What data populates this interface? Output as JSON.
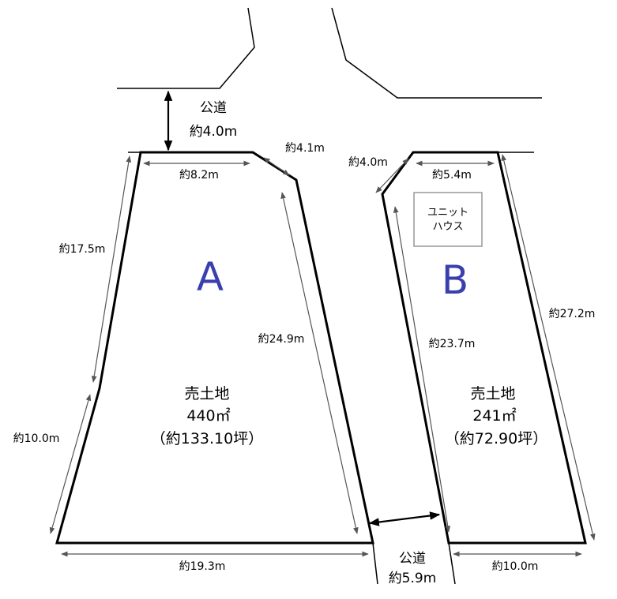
{
  "plots": {
    "a": {
      "letter": "A",
      "title": "売土地",
      "area": "440㎡",
      "tsubo": "（約133.10坪）",
      "dim_top": "約8.2m",
      "dim_corner": "約4.1m",
      "dim_left_upper": "約17.5m",
      "dim_left_lower": "約10.0m",
      "dim_right": "約24.9m",
      "dim_bottom": "約19.3m"
    },
    "b": {
      "letter": "B",
      "title": "売土地",
      "area": "241㎡",
      "tsubo": "（約72.90坪）",
      "dim_top": "約5.4m",
      "dim_corner": "約4.0m",
      "dim_left": "約23.7m",
      "dim_right": "約27.2m",
      "dim_bottom": "約10.0m",
      "structure_line1": "ユニット",
      "structure_line2": "ハウス"
    }
  },
  "roads": {
    "north": {
      "label": "公道",
      "width": "約4.0m"
    },
    "south": {
      "label": "公道",
      "width": "約5.9m"
    }
  },
  "colors": {
    "plot_letter": "#3a3fae",
    "lines": "#000000"
  }
}
